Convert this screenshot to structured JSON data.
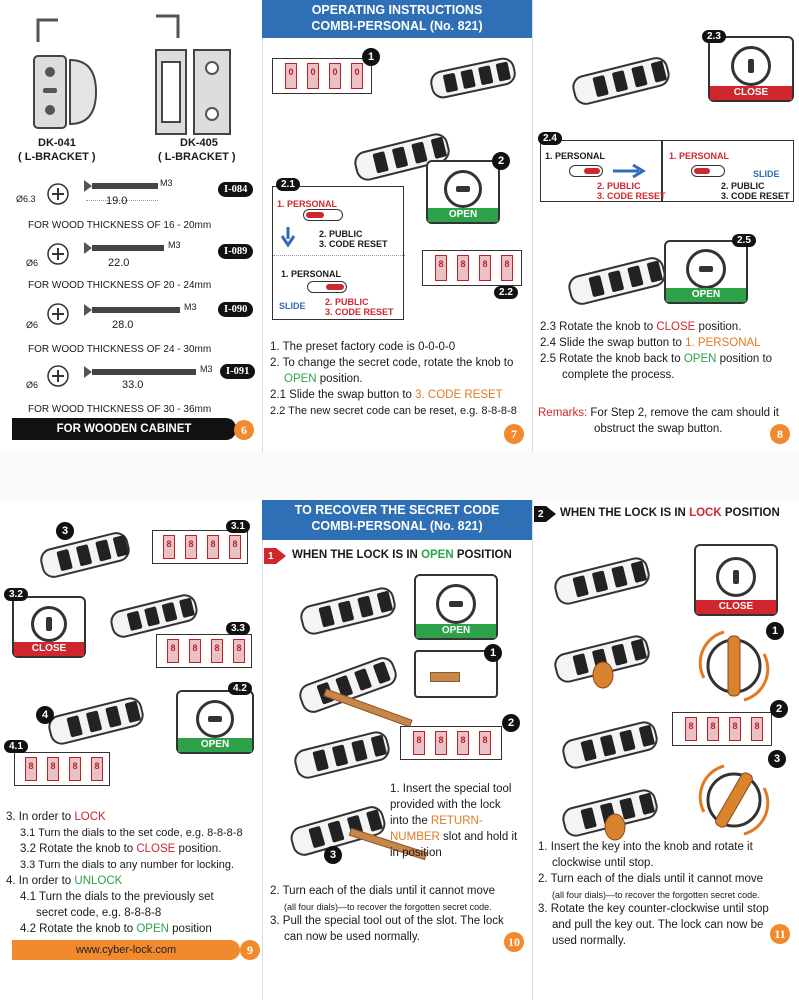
{
  "page6": {
    "bracket1_name": "DK-041",
    "bracket1_sub": "( L-BRACKET )",
    "bracket2_name": "DK-405",
    "bracket2_sub": "( L-BRACKET )",
    "screws": [
      {
        "dia": "Ø6.3",
        "len": "19.0",
        "thread": "M3",
        "code": "I-084",
        "wood": "FOR WOOD THICKNESS OF 16 - 20mm"
      },
      {
        "dia": "Ø6",
        "len": "22.0",
        "thread": "M3",
        "code": "I-089",
        "wood": "FOR WOOD THICKNESS OF 20 - 24mm"
      },
      {
        "dia": "Ø6",
        "len": "28.0",
        "thread": "M3",
        "code": "I-090",
        "wood": "FOR WOOD THICKNESS OF 24 - 30mm"
      },
      {
        "dia": "Ø6",
        "len": "33.0",
        "thread": "M3",
        "code": "I-091",
        "wood": "FOR WOOD THICKNESS OF 30 - 36mm"
      }
    ],
    "footer_label": "FOR WOODEN CABINET",
    "page_number": "6"
  },
  "page7": {
    "banner_line1": "OPERATING INSTRUCTIONS",
    "banner_line2": "COMBI-PERSONAL (No. 821)",
    "step1": "1",
    "step2": "2",
    "tag21": "2.1",
    "tag22": "2.2",
    "personal": "1. PERSONAL",
    "public": "2. PUBLIC",
    "code_reset": "3. CODE RESET",
    "slide": "SLIDE",
    "open_label": "OPEN",
    "dials": [
      "0",
      "0",
      "0",
      "0"
    ],
    "dials_reset": [
      "8",
      "8",
      "8",
      "8"
    ],
    "line1": "1. The preset factory code is 0-0-0-0",
    "line2a": "2. To change the secret code, rotate the knob to",
    "line2b_colored": "OPEN",
    "line2b_rest": " position.",
    "line21_a": "2.1 Slide the swap button to ",
    "line21_b": "3. CODE RESET",
    "line22": "2.2 The new secret code can be reset, e.g. 8-8-8-8",
    "page_number": "7"
  },
  "page8": {
    "tag23": "2.3",
    "tag24": "2.4",
    "tag25": "2.5",
    "close_label": "CLOSE",
    "open_label": "OPEN",
    "personal": "1. PERSONAL",
    "public": "2. PUBLIC",
    "code_reset": "3. CODE RESET",
    "slide": "SLIDE",
    "line23_a": "2.3 Rotate the knob to ",
    "line23_b": "CLOSE",
    "line23_c": " position.",
    "line24_a": "2.4 Slide the swap button to ",
    "line24_b": "1. PERSONAL",
    "line25_a": "2.5 Rotate the knob back to ",
    "line25_b": "OPEN",
    "line25_c": " position to",
    "line25_d": "complete the process.",
    "remarks_label": "Remarks:",
    "remarks_text1": "For Step 2, remove the cam should it",
    "remarks_text2": "obstruct the swap button.",
    "page_number": "8"
  },
  "page9": {
    "tag3": "3",
    "tag31": "3.1",
    "tag32": "3.2",
    "tag33": "3.3",
    "tag4": "4",
    "tag41": "4.1",
    "tag42": "4.2",
    "close_label": "CLOSE",
    "open_label": "OPEN",
    "dials": [
      "8",
      "8",
      "8",
      "8"
    ],
    "l3_a": "3. In order to ",
    "l3_b": "LOCK",
    "l31": "3.1 Turn the dials to the set code, e.g. 8-8-8-8",
    "l32_a": "3.2 Rotate the knob to ",
    "l32_b": "CLOSE",
    "l32_c": " position.",
    "l33": "3.3 Turn the dials to any number for locking.",
    "l4_a": "4. In order to ",
    "l4_b": "UNLOCK",
    "l41a": "4.1 Turn the dials to the previously set",
    "l41b": "secret code, e.g. 8-8-8-8",
    "l42_a": "4.2 Rotate the knob to ",
    "l42_b": "OPEN",
    "l42_c": " position",
    "footer_url": "www.cyber-lock.com",
    "page_number": "9"
  },
  "page10": {
    "banner_line1": "TO RECOVER THE SECRET CODE",
    "banner_line2": "COMBI-PERSONAL (No. 821)",
    "section_num": "1",
    "section_a": "WHEN THE LOCK IS IN ",
    "section_b": "OPEN",
    "section_c": " POSITION",
    "open_label": "OPEN",
    "step1": "1",
    "step2": "2",
    "step3": "3",
    "dials": [
      "8",
      "8",
      "8",
      "8"
    ],
    "l1a": "1. Insert the special tool",
    "l1b": "provided with the lock",
    "l1c": "into the ",
    "l1d": "RETURN-",
    "l1e": "NUMBER",
    "l1f": " slot and hold it",
    "l1g": "in position",
    "l2a": "2. Turn each of the dials until it cannot move",
    "l2b": "(all four dials)—to recover the forgotten secret code.",
    "l3a": "3. Pull the special tool out of the slot. The lock",
    "l3b": "can now be used normally.",
    "page_number": "10"
  },
  "page11": {
    "section_num": "2",
    "section_a": "WHEN THE LOCK IS IN ",
    "section_b": "LOCK",
    "section_c": " POSITION",
    "close_label": "CLOSE",
    "step1": "1",
    "step2": "2",
    "step3": "3",
    "dials": [
      "8",
      "8",
      "8",
      "8"
    ],
    "l1a": "1. Insert the key into the knob and rotate it",
    "l1b": "clockwise until stop.",
    "l2a": "2. Turn each of the dials until it cannot move",
    "l2b": "(all four dials)—to recover the forgotten secret code.",
    "l3a": "3. Rotate the key counter-clockwise until stop",
    "l3b": "and pull the key out. The lock can now be",
    "l3c": "used normally.",
    "page_number": "11"
  }
}
